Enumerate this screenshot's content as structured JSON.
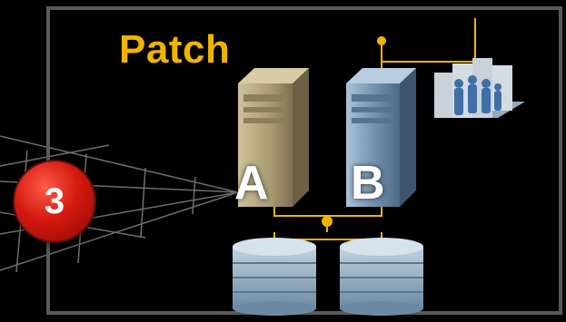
{
  "diagram": {
    "title": "Patch",
    "step_number": "3",
    "servers": [
      {
        "label": "A",
        "color": "#a89a72"
      },
      {
        "label": "B",
        "color": "#6d8ca8"
      }
    ],
    "accent_color": "#f0b400",
    "icons": [
      "server-tower-icon",
      "database-disk-icon",
      "users-group-icon"
    ]
  }
}
